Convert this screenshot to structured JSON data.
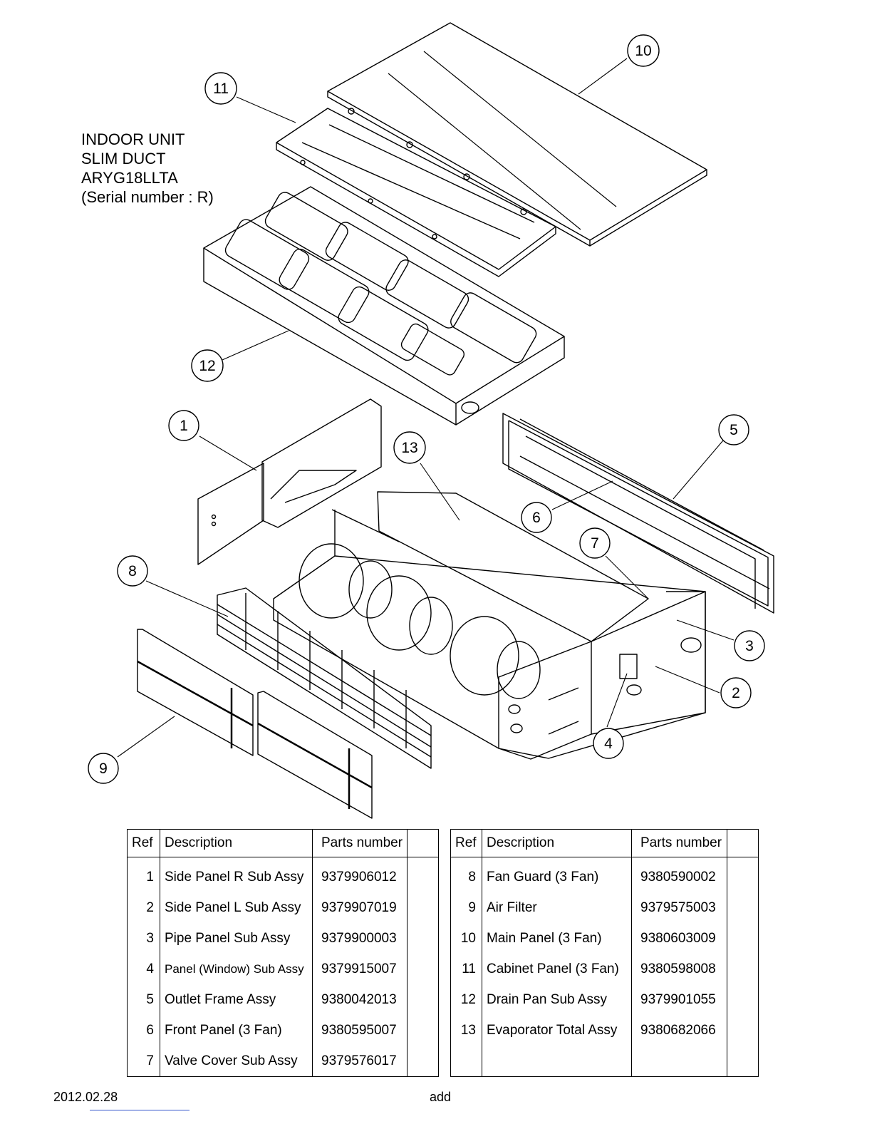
{
  "title": {
    "line1": "INDOOR UNIT",
    "line2": "SLIM DUCT",
    "line3": "ARYG18LLTA",
    "line4": "(Serial number : R)"
  },
  "callouts": [
    "1",
    "2",
    "3",
    "4",
    "5",
    "6",
    "7",
    "8",
    "9",
    "10",
    "11",
    "12",
    "13"
  ],
  "table_left": {
    "headers": {
      "ref": "Ref",
      "description": "Description",
      "parts_number": "Parts number"
    },
    "rows": [
      {
        "ref": "1",
        "description": "Side Panel R Sub Assy",
        "parts_number": "9379906012"
      },
      {
        "ref": "2",
        "description": "Side Panel L Sub Assy",
        "parts_number": "9379907019"
      },
      {
        "ref": "3",
        "description": "Pipe Panel Sub Assy",
        "parts_number": "9379900003"
      },
      {
        "ref": "4",
        "description": "Panel (Window) Sub Assy",
        "parts_number": "9379915007"
      },
      {
        "ref": "5",
        "description": "Outlet Frame Assy",
        "parts_number": "9380042013"
      },
      {
        "ref": "6",
        "description": "Front Panel (3 Fan)",
        "parts_number": "9380595007"
      },
      {
        "ref": "7",
        "description": "Valve Cover Sub Assy",
        "parts_number": "9379576017"
      }
    ]
  },
  "table_right": {
    "headers": {
      "ref": "Ref",
      "description": "Description",
      "parts_number": "Parts number"
    },
    "rows": [
      {
        "ref": "8",
        "description": "Fan Guard (3 Fan)",
        "parts_number": "9380590002"
      },
      {
        "ref": "9",
        "description": "Air Filter",
        "parts_number": "9379575003"
      },
      {
        "ref": "10",
        "description": "Main Panel (3 Fan)",
        "parts_number": "9380603009"
      },
      {
        "ref": "11",
        "description": "Cabinet Panel (3 Fan)",
        "parts_number": "9380598008"
      },
      {
        "ref": "12",
        "description": "Drain Pan Sub Assy",
        "parts_number": "9379901055"
      },
      {
        "ref": "13",
        "description": "Evaporator Total Assy",
        "parts_number": "9380682066"
      },
      {
        "ref": "",
        "description": "",
        "parts_number": ""
      }
    ]
  },
  "footer": {
    "date": "2012.02.28",
    "note": "add"
  }
}
